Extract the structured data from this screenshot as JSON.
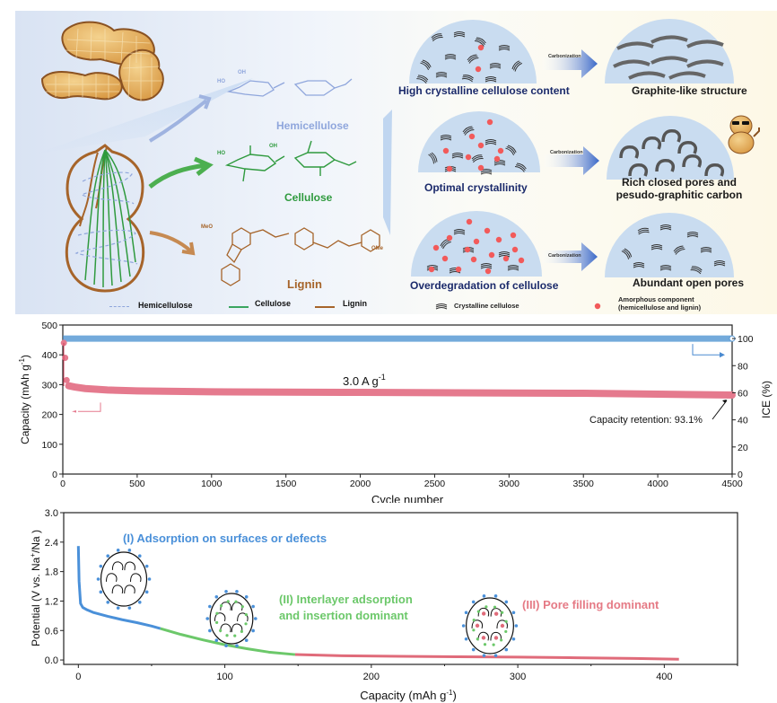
{
  "schematic": {
    "molecules": {
      "hemicellulose": {
        "label": "Hemicellulose",
        "color": "#8fa6dc"
      },
      "cellulose": {
        "label": "Cellulose",
        "color": "#2f9a3e"
      },
      "lignin": {
        "label": "Lignin",
        "color": "#a6642a"
      }
    },
    "structure_legend": [
      {
        "label": "Hemicellulose",
        "style": "dashed",
        "color": "#8fa6dc"
      },
      {
        "label": "Cellulose",
        "style": "solid",
        "color": "#3aa660"
      },
      {
        "label": "Lignin",
        "style": "solid",
        "color": "#a6642a"
      }
    ],
    "rows": [
      {
        "precursor_caption": "High crystalline cellulose content",
        "process": "Carbonization",
        "product_caption": "Graphite-like structure",
        "product_caption_2": ""
      },
      {
        "precursor_caption": "Optimal crystallinity",
        "process": "Carbonization",
        "product_caption": "Rich closed pores and",
        "product_caption_2": "pesudo-graphitic carbon"
      },
      {
        "precursor_caption": "Overdegradation of cellulose",
        "process": "Carbonization",
        "product_caption": "Abundant open pores",
        "product_caption_2": ""
      }
    ],
    "legend": {
      "crystalline": "Crystalline cellulose",
      "amorphous_1": "Amorphous component",
      "amorphous_2": "(hemicellulose and lignin)"
    },
    "mol_labels": {
      "ho": "HO",
      "oh": "OH",
      "o": "O",
      "meo": "MeO",
      "ome": "OMe"
    }
  },
  "chart_data": [
    {
      "type": "scatter",
      "title": "",
      "annotation_rate": "3.0 A g",
      "annotation_rate_sup": "-1",
      "annotation_retention": "Capacity retention: 93.1%",
      "xlabel": "Cycle number",
      "ylabel": "Capacity (mAh g",
      "ylabel_sup": "-1",
      "ylabel_end": ")",
      "y2label": "ICE (%)",
      "xlim": [
        0,
        4500
      ],
      "ylim": [
        0,
        500
      ],
      "y2lim": [
        0,
        110
      ],
      "xticks": [
        0,
        500,
        1000,
        1500,
        2000,
        2500,
        3000,
        3500,
        4000,
        4500
      ],
      "yticks": [
        0,
        100,
        200,
        300,
        400,
        500
      ],
      "y2ticks": [
        0,
        20,
        40,
        60,
        80,
        100
      ],
      "grid": false,
      "series": [
        {
          "name": "Capacity",
          "axis": "left",
          "color": "#e57a8e",
          "x": [
            1,
            10,
            20,
            40,
            80,
            150,
            300,
            500,
            1000,
            1500,
            2000,
            2500,
            3000,
            3500,
            4000,
            4500
          ],
          "y": [
            440,
            390,
            315,
            296,
            292,
            287,
            282,
            279,
            276,
            275,
            274,
            273,
            272,
            271,
            268,
            265
          ]
        },
        {
          "name": "ICE",
          "axis": "right",
          "color": "#5b9bd5",
          "x": [
            1,
            500,
            1000,
            1500,
            2000,
            2500,
            3000,
            3500,
            4000,
            4500
          ],
          "y": [
            100,
            100,
            100,
            100,
            100,
            100,
            100,
            100,
            100,
            100
          ]
        }
      ]
    },
    {
      "type": "line",
      "title": "",
      "xlabel": "Capacity (mAh g",
      "xlabel_sup": "-1",
      "xlabel_end": ")",
      "ylabel": "Potential (V vs. Na",
      "ylabel_sup": "+",
      "ylabel_end": "/Na )",
      "xlim": [
        -10,
        450
      ],
      "ylim": [
        -0.09,
        3.0
      ],
      "xticks": [
        0,
        100,
        200,
        300,
        400
      ],
      "yticks": [
        0.0,
        0.6,
        1.2,
        1.8,
        2.4,
        3.0
      ],
      "ytick_labels": [
        "0.0",
        "0.6",
        "1.2",
        "1.8",
        "2.4",
        "3.0"
      ],
      "grid": false,
      "regions": [
        {
          "label": "(I) Adsorption on surfaces or defects",
          "label_2": "",
          "color": "#4a90d9",
          "x": [
            0,
            0.5,
            1.5,
            3,
            6,
            10,
            20,
            30,
            40,
            50,
            56
          ],
          "y": [
            2.32,
            1.6,
            1.15,
            1.07,
            1.02,
            0.97,
            0.89,
            0.82,
            0.76,
            0.69,
            0.64
          ]
        },
        {
          "label": "(II) Interlayer adsorption",
          "label_2": "and insertion dominant",
          "color": "#6cc86a",
          "x": [
            56,
            70,
            85,
            100,
            115,
            130,
            148
          ],
          "y": [
            0.64,
            0.52,
            0.41,
            0.31,
            0.23,
            0.16,
            0.11
          ]
        },
        {
          "label": "(III) Pore filling dominant",
          "label_2": "",
          "color": "#e06b7a",
          "x": [
            148,
            180,
            220,
            260,
            300,
            340,
            380,
            410
          ],
          "y": [
            0.11,
            0.085,
            0.075,
            0.065,
            0.058,
            0.045,
            0.03,
            0.015
          ]
        }
      ]
    }
  ]
}
